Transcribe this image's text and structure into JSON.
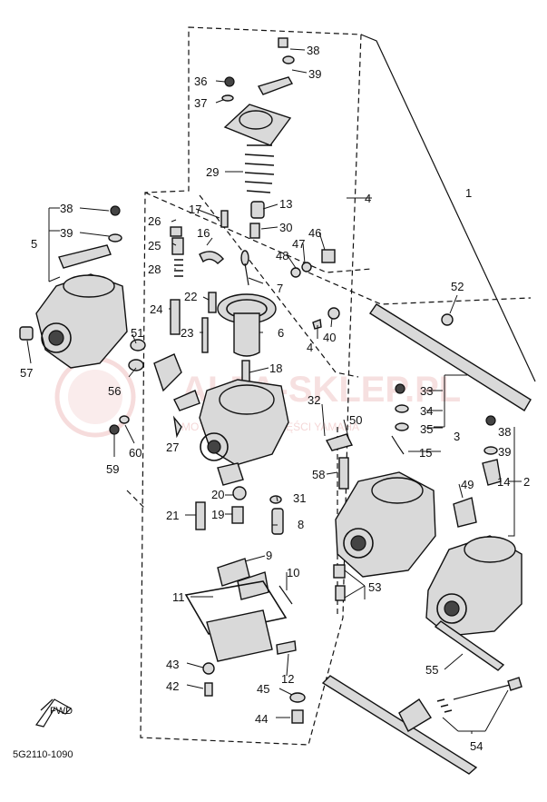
{
  "diagram": {
    "drawing_code": "5G2110-1090",
    "fwd_label": "FWD",
    "watermark": {
      "name": "ALFA-SKLEP.PL",
      "tagline": "MOTOCYKLOWE CZĘŚCI YAMAHA"
    },
    "callouts": [
      {
        "id": "c1",
        "text": "1"
      },
      {
        "id": "c2",
        "text": "2"
      },
      {
        "id": "c3",
        "text": "3"
      },
      {
        "id": "c4",
        "text": "4"
      },
      {
        "id": "c4b",
        "text": "4"
      },
      {
        "id": "c5",
        "text": "5"
      },
      {
        "id": "c6",
        "text": "6"
      },
      {
        "id": "c7",
        "text": "7"
      },
      {
        "id": "c8",
        "text": "8"
      },
      {
        "id": "c9",
        "text": "9"
      },
      {
        "id": "c10",
        "text": "10"
      },
      {
        "id": "c11",
        "text": "11"
      },
      {
        "id": "c12",
        "text": "12"
      },
      {
        "id": "c13",
        "text": "13"
      },
      {
        "id": "c14",
        "text": "14"
      },
      {
        "id": "c15",
        "text": "15"
      },
      {
        "id": "c16",
        "text": "16"
      },
      {
        "id": "c17",
        "text": "17"
      },
      {
        "id": "c18",
        "text": "18"
      },
      {
        "id": "c19",
        "text": "19"
      },
      {
        "id": "c20",
        "text": "20"
      },
      {
        "id": "c21",
        "text": "21"
      },
      {
        "id": "c22",
        "text": "22"
      },
      {
        "id": "c23",
        "text": "23"
      },
      {
        "id": "c24",
        "text": "24"
      },
      {
        "id": "c25",
        "text": "25"
      },
      {
        "id": "c26",
        "text": "26"
      },
      {
        "id": "c27",
        "text": "27"
      },
      {
        "id": "c28",
        "text": "28"
      },
      {
        "id": "c29",
        "text": "29"
      },
      {
        "id": "c30",
        "text": "30"
      },
      {
        "id": "c31",
        "text": "31"
      },
      {
        "id": "c32",
        "text": "32"
      },
      {
        "id": "c33",
        "text": "33"
      },
      {
        "id": "c34",
        "text": "34"
      },
      {
        "id": "c35",
        "text": "35"
      },
      {
        "id": "c36",
        "text": "36"
      },
      {
        "id": "c37",
        "text": "37"
      },
      {
        "id": "c38a",
        "text": "38"
      },
      {
        "id": "c38b",
        "text": "38"
      },
      {
        "id": "c38c",
        "text": "38"
      },
      {
        "id": "c39a",
        "text": "39"
      },
      {
        "id": "c39b",
        "text": "39"
      },
      {
        "id": "c39c",
        "text": "39"
      },
      {
        "id": "c40",
        "text": "40"
      },
      {
        "id": "c42",
        "text": "42"
      },
      {
        "id": "c43",
        "text": "43"
      },
      {
        "id": "c44",
        "text": "44"
      },
      {
        "id": "c45",
        "text": "45"
      },
      {
        "id": "c46",
        "text": "46"
      },
      {
        "id": "c47",
        "text": "47"
      },
      {
        "id": "c48",
        "text": "48"
      },
      {
        "id": "c49",
        "text": "49"
      },
      {
        "id": "c50",
        "text": "50"
      },
      {
        "id": "c51",
        "text": "51"
      },
      {
        "id": "c52",
        "text": "52"
      },
      {
        "id": "c53",
        "text": "53"
      },
      {
        "id": "c54",
        "text": "54"
      },
      {
        "id": "c55",
        "text": "55"
      },
      {
        "id": "c56",
        "text": "56"
      },
      {
        "id": "c57",
        "text": "57"
      },
      {
        "id": "c58",
        "text": "58"
      },
      {
        "id": "c59",
        "text": "59"
      },
      {
        "id": "c60",
        "text": "60"
      }
    ]
  }
}
